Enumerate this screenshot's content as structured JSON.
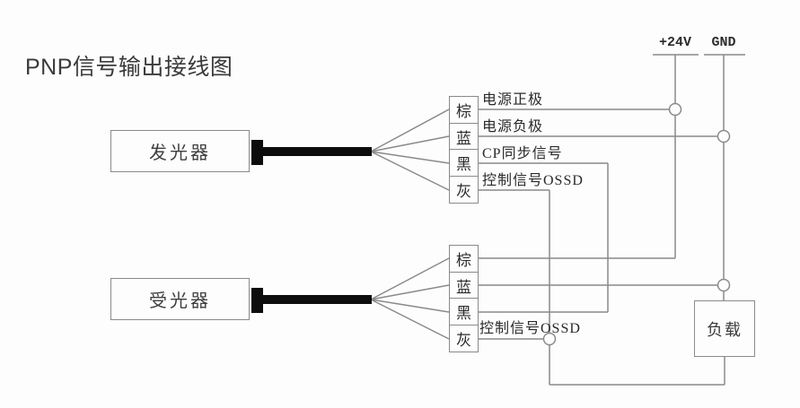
{
  "title": "PNP信号输出接线图",
  "rails": {
    "positive": "+24V",
    "ground": "GND"
  },
  "emitter": {
    "name": "发光器",
    "terminals": [
      "棕",
      "蓝",
      "黑",
      "灰"
    ],
    "signals": [
      "电源正极",
      "电源负极",
      "CP同步信号",
      "控制信号OSSD"
    ]
  },
  "receiver": {
    "name": "受光器",
    "terminals": [
      "棕",
      "蓝",
      "黑",
      "灰"
    ],
    "ossd_label": "控制信号OSSD"
  },
  "load": {
    "label": "负载"
  },
  "colors": {
    "wire_line": "#8a8a8a",
    "cable_black": "#0d0d0d",
    "text_dark": "#2c2c2c",
    "background": "#fdfdfd"
  }
}
